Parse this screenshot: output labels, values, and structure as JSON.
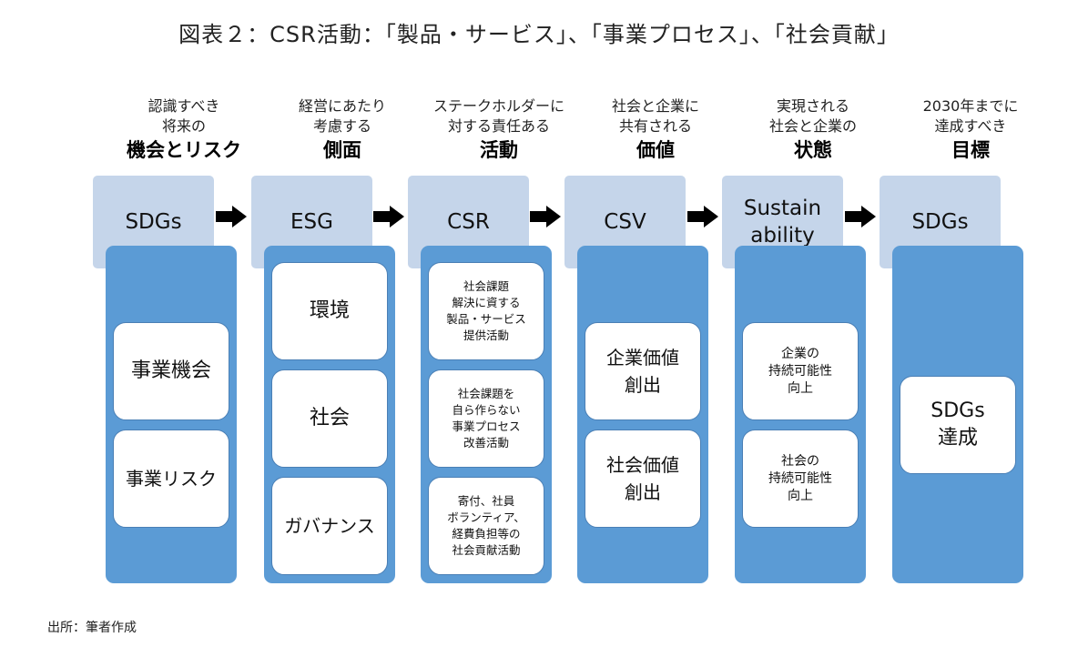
{
  "title": "図表２：CSR活動：「製品・サービス」、「事業プロセス」、「社会貢献」",
  "columns": [
    {
      "head": [
        "認識すべき",
        "将来の",
        "機会とリスク"
      ],
      "label": "SDGs",
      "cards": [
        "事業機会",
        "事業リスク"
      ]
    },
    {
      "head": [
        "経営にあたり",
        "考慮する",
        "側面"
      ],
      "label": "ESG",
      "cards": [
        "環境",
        "社会",
        "ガバナンス"
      ]
    },
    {
      "head": [
        "ステークホルダーに",
        "対する責任ある",
        "活動"
      ],
      "label": "CSR",
      "cards": [
        "社会課題\n解決に資する\n製品・サービス\n提供活動",
        "社会課題を\n自ら作らない\n事業プロセス\n改善活動",
        "寄付、社員\nボランティア、\n経費負担等の\n社会貢献活動"
      ]
    },
    {
      "head": [
        "社会と企業に",
        "共有される",
        "価値"
      ],
      "label": "CSV",
      "cards": [
        "企業価値\n創出",
        "社会価値\n創出"
      ]
    },
    {
      "head": [
        "実現される",
        "社会と企業の",
        "状態"
      ],
      "label": "Sustain\nability",
      "cards": [
        "企業の\n持続可能性\n向上",
        "社会の\n持続可能性\n向上"
      ]
    },
    {
      "head": [
        "2030年までに",
        "達成すべき",
        "目標"
      ],
      "label": "SDGs",
      "cards": [
        "SDGs\n達成"
      ]
    }
  ],
  "source": "出所：筆者作成",
  "colors": {
    "label_box": "#c5d5ea",
    "panel": "#5b9bd5",
    "card_border": "#4a7fb5",
    "arrow": "#000000"
  }
}
